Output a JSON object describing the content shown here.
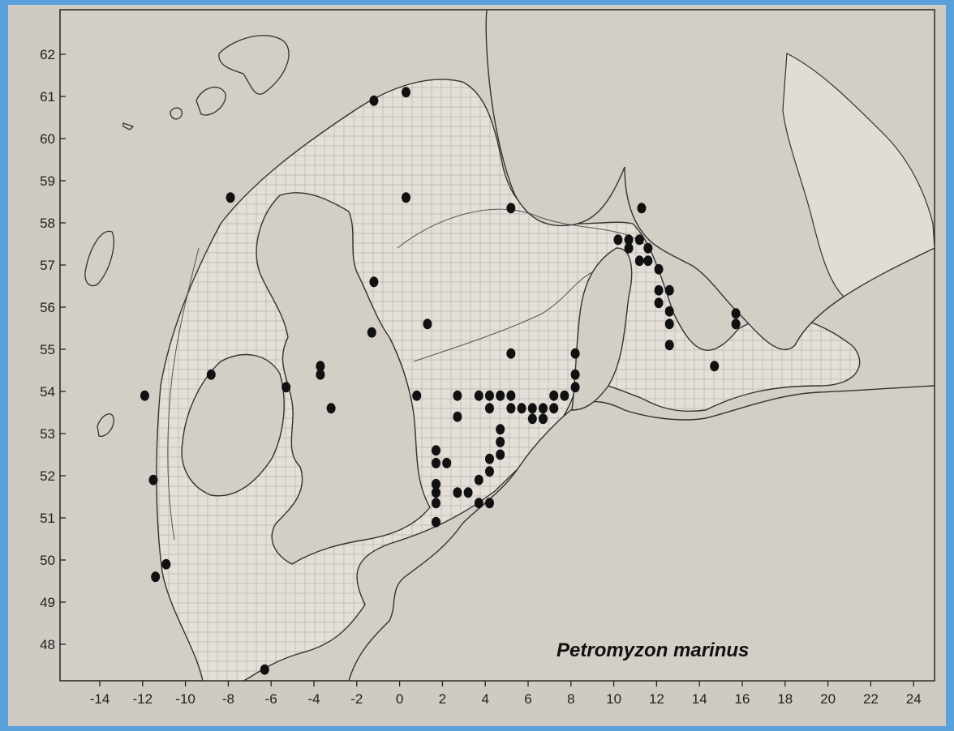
{
  "map": {
    "title": "Petromyzon marinus",
    "x_axis": {
      "ticks": [
        -14,
        -12,
        -10,
        -8,
        -6,
        -4,
        -2,
        0,
        2,
        4,
        6,
        8,
        10,
        12,
        14,
        16,
        18,
        20,
        22,
        24
      ],
      "range": [
        -16,
        25
      ]
    },
    "y_axis": {
      "ticks": [
        48,
        49,
        50,
        51,
        52,
        53,
        54,
        55,
        56,
        57,
        58,
        59,
        60,
        61,
        62
      ],
      "range": [
        47,
        63
      ]
    },
    "grid": true,
    "colors": {
      "land": "#cfcac2",
      "sea_grid": "#e4e0d9",
      "coast": "#333333",
      "record": "#111111",
      "border": "#5aa0da"
    },
    "records": [
      {
        "lon": 0.3,
        "lat": 61.1
      },
      {
        "lon": -1.2,
        "lat": 60.9
      },
      {
        "lon": 0.3,
        "lat": 58.6
      },
      {
        "lon": -7.9,
        "lat": 58.6
      },
      {
        "lon": 5.2,
        "lat": 58.35
      },
      {
        "lon": 11.3,
        "lat": 58.35
      },
      {
        "lon": -1.2,
        "lat": 56.6
      },
      {
        "lon": -1.3,
        "lat": 55.4
      },
      {
        "lon": 1.3,
        "lat": 55.6
      },
      {
        "lon": 5.2,
        "lat": 54.9
      },
      {
        "lon": -3.7,
        "lat": 54.6
      },
      {
        "lon": -3.7,
        "lat": 54.4
      },
      {
        "lon": -8.8,
        "lat": 54.4
      },
      {
        "lon": -5.3,
        "lat": 54.1
      },
      {
        "lon": -3.2,
        "lat": 53.6
      },
      {
        "lon": -11.9,
        "lat": 53.9
      },
      {
        "lon": 0.8,
        "lat": 53.9
      },
      {
        "lon": -11.5,
        "lat": 51.9
      },
      {
        "lon": -10.9,
        "lat": 49.9
      },
      {
        "lon": -11.4,
        "lat": 49.6
      },
      {
        "lon": -6.3,
        "lat": 47.4
      },
      {
        "lon": 1.7,
        "lat": 50.9
      },
      {
        "lon": 10.2,
        "lat": 57.6
      },
      {
        "lon": 10.7,
        "lat": 57.6
      },
      {
        "lon": 11.2,
        "lat": 57.6
      },
      {
        "lon": 11.6,
        "lat": 57.4
      },
      {
        "lon": 10.7,
        "lat": 57.4
      },
      {
        "lon": 11.2,
        "lat": 57.1
      },
      {
        "lon": 11.6,
        "lat": 57.1
      },
      {
        "lon": 12.1,
        "lat": 56.9
      },
      {
        "lon": 12.1,
        "lat": 56.4
      },
      {
        "lon": 12.6,
        "lat": 56.4
      },
      {
        "lon": 12.1,
        "lat": 56.1
      },
      {
        "lon": 12.6,
        "lat": 55.9
      },
      {
        "lon": 12.6,
        "lat": 55.6
      },
      {
        "lon": 12.6,
        "lat": 55.1
      },
      {
        "lon": 14.7,
        "lat": 54.6
      },
      {
        "lon": 15.7,
        "lat": 55.85
      },
      {
        "lon": 15.7,
        "lat": 55.6
      },
      {
        "lon": 8.2,
        "lat": 54.9
      },
      {
        "lon": 8.2,
        "lat": 54.4
      },
      {
        "lon": 8.2,
        "lat": 54.1
      },
      {
        "lon": 7.7,
        "lat": 53.9
      },
      {
        "lon": 7.2,
        "lat": 53.9
      },
      {
        "lon": 7.2,
        "lat": 53.6
      },
      {
        "lon": 6.7,
        "lat": 53.6
      },
      {
        "lon": 6.2,
        "lat": 53.6
      },
      {
        "lon": 6.7,
        "lat": 53.35
      },
      {
        "lon": 6.2,
        "lat": 53.35
      },
      {
        "lon": 5.7,
        "lat": 53.6
      },
      {
        "lon": 5.2,
        "lat": 53.9
      },
      {
        "lon": 5.2,
        "lat": 53.6
      },
      {
        "lon": 4.7,
        "lat": 53.9
      },
      {
        "lon": 4.2,
        "lat": 53.9
      },
      {
        "lon": 3.7,
        "lat": 53.9
      },
      {
        "lon": 4.2,
        "lat": 53.6
      },
      {
        "lon": 2.7,
        "lat": 53.9
      },
      {
        "lon": 2.7,
        "lat": 53.4
      },
      {
        "lon": 4.7,
        "lat": 53.1
      },
      {
        "lon": 4.7,
        "lat": 52.8
      },
      {
        "lon": 4.7,
        "lat": 52.5
      },
      {
        "lon": 4.2,
        "lat": 52.4
      },
      {
        "lon": 4.2,
        "lat": 52.1
      },
      {
        "lon": 1.7,
        "lat": 52.6
      },
      {
        "lon": 1.7,
        "lat": 52.3
      },
      {
        "lon": 2.2,
        "lat": 52.3
      },
      {
        "lon": 1.7,
        "lat": 51.8
      },
      {
        "lon": 1.7,
        "lat": 51.6
      },
      {
        "lon": 1.7,
        "lat": 51.35
      },
      {
        "lon": 2.7,
        "lat": 51.6
      },
      {
        "lon": 3.2,
        "lat": 51.6
      },
      {
        "lon": 3.7,
        "lat": 51.9
      },
      {
        "lon": 3.7,
        "lat": 51.35
      },
      {
        "lon": 4.2,
        "lat": 51.35
      }
    ]
  }
}
